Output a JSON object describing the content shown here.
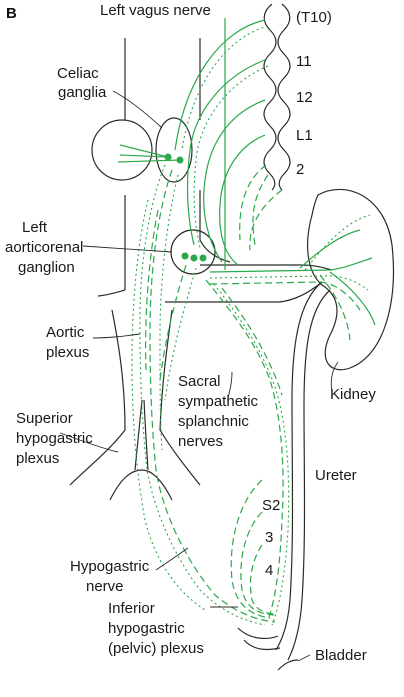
{
  "panel_label": "B",
  "labels": {
    "left_vagus_nerve": "Left vagus nerve",
    "t10": "(T10)",
    "t11": "11",
    "t12": "12",
    "l1": "L1",
    "l2": "2",
    "celiac_ganglia_1": "Celiac",
    "celiac_ganglia_2": "ganglia",
    "aorticorenal_1": "Left",
    "aorticorenal_2": "aorticorenal",
    "aorticorenal_3": "ganglion",
    "aortic_plexus_1": "Aortic",
    "aortic_plexus_2": "plexus",
    "sacral_1": "Sacral",
    "sacral_2": "sympathetic",
    "sacral_3": "splanchnic",
    "sacral_4": "nerves",
    "kidney": "Kidney",
    "superior_1": "Superior",
    "superior_2": "hypogastric",
    "superior_3": "plexus",
    "ureter": "Ureter",
    "s2": "S2",
    "s3": "3",
    "s4": "4",
    "hypogastric_1": "Hypogastric",
    "hypogastric_2": "nerve",
    "inferior_1": "Inferior",
    "inferior_2": "hypogastric",
    "inferior_3": "(pelvic) plexus",
    "bladder": "Bladder"
  },
  "colors": {
    "nerve": "#2aa84a",
    "outline": "#2b2b2b",
    "text": "#1a1a1a"
  }
}
